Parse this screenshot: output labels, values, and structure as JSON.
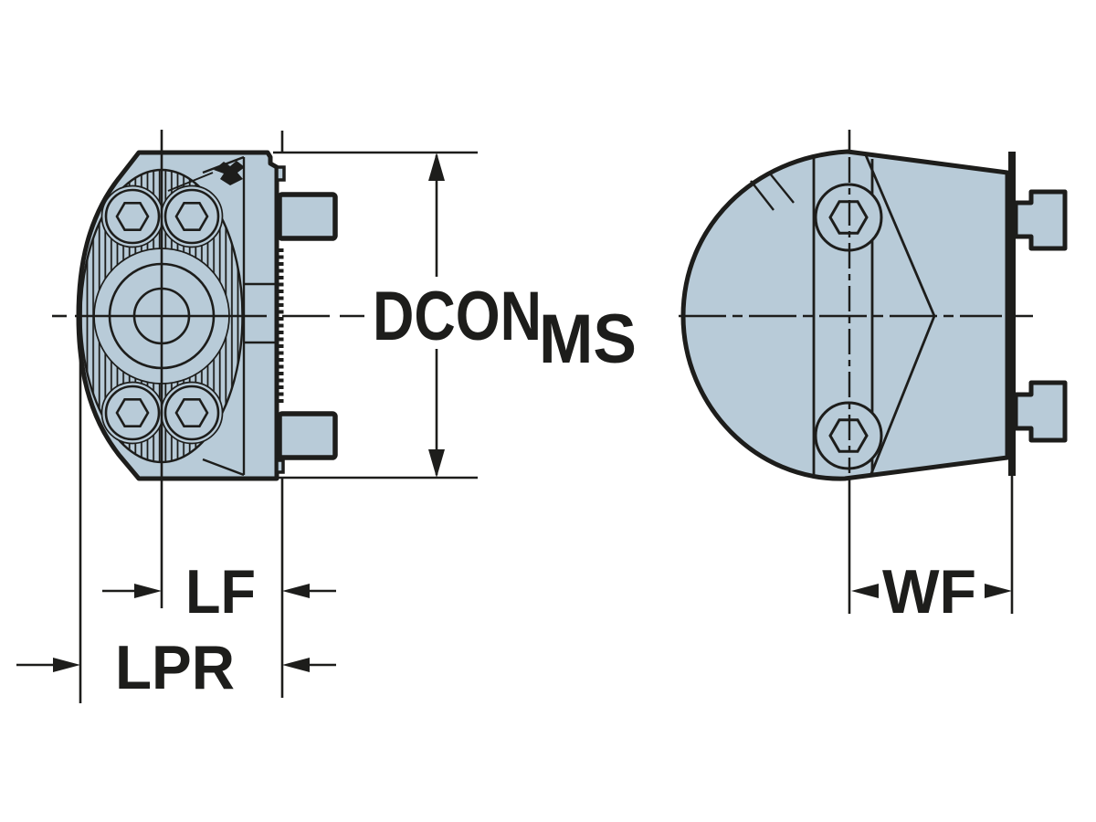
{
  "type": "technical-dimension-drawing",
  "labels": {
    "dcon": "DCON",
    "dcon_sub": "MS",
    "lf": "LF",
    "lpr": "LPR",
    "wf": "WF"
  },
  "colors": {
    "body_fill": "#b8cbd8",
    "line": "#1d1d1b",
    "background": "#ffffff"
  }
}
